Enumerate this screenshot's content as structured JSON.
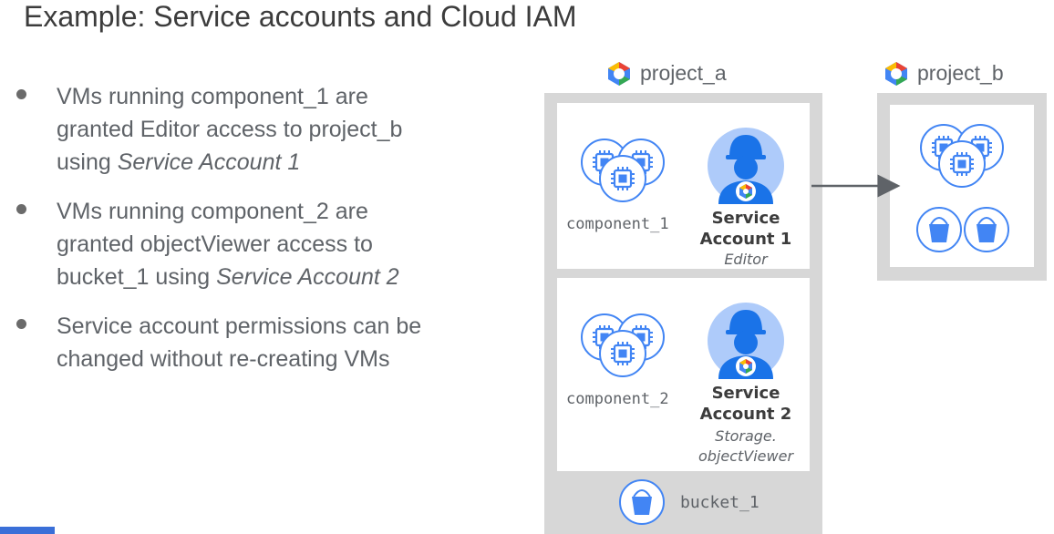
{
  "title": "Example: Service accounts and Cloud IAM",
  "bullets": [
    [
      "VMs running component_1 are",
      "granted Editor access to project_b",
      "using Service Account 1"
    ],
    [
      "VMs running component_2 are",
      "granted objectViewer access to",
      "bucket_1 using Service Account 2"
    ],
    [
      "Service account permissions can be",
      "changed without re-creating VMs"
    ]
  ],
  "bullet_italics": [
    "Service Account 1",
    "Service Account 2"
  ],
  "diagram": {
    "project_a": {
      "label": "project_a",
      "component_1": "component_1",
      "component_2": "component_2",
      "sa1_name_line1": "Service",
      "sa1_name_line2": "Account 1",
      "sa1_role": "Editor",
      "sa2_name_line1": "Service",
      "sa2_name_line2": "Account 2",
      "sa2_role_line1": "Storage.",
      "sa2_role_line2": "objectViewer",
      "bucket_label": "bucket_1"
    },
    "project_b": {
      "label": "project_b"
    }
  },
  "colors": {
    "frame_gray": "#d7d7d7",
    "icon_blue": "#4285f4",
    "icon_light": "#eaf1fe",
    "person_bg": "#aecbfa",
    "person_dark": "#1a73e8",
    "text_gray": "#5f6368",
    "arrow": "#5f6368"
  },
  "icons": [
    "gcp-hexagon-logo",
    "compute-vm-chip-icon",
    "service-account-person-icon",
    "storage-bucket-icon"
  ]
}
